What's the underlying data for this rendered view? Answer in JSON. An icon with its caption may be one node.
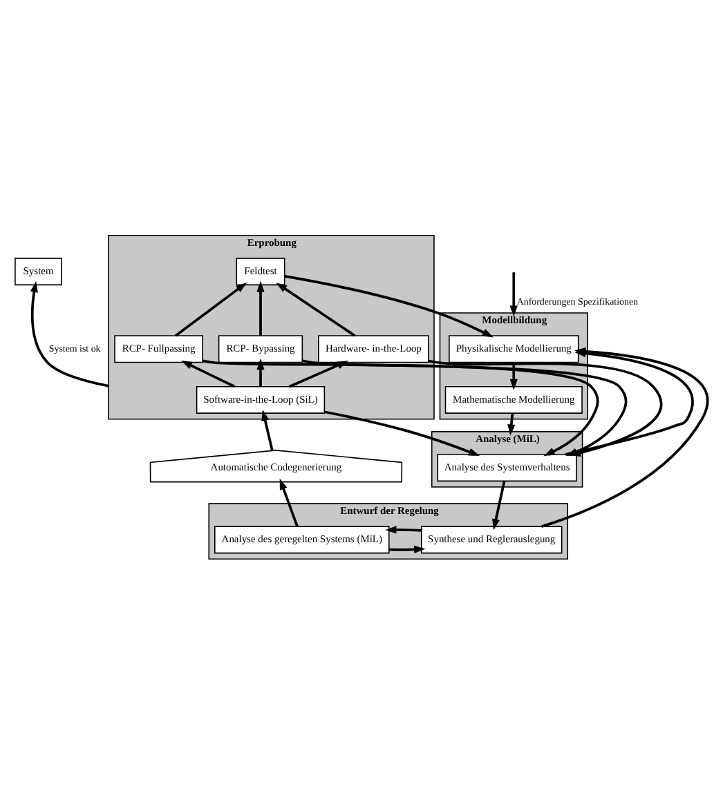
{
  "diagram": {
    "nodes": [
      {
        "text": [
          "System"
        ]
      },
      {
        "text": [
          "Modellbildung"
        ]
      },
      {
        "text": [
          "Physikalische Modellierung"
        ],
        "in": 1
      },
      {
        "text": [
          "Mathematische Modellierung"
        ],
        "in": 1
      },
      {
        "text": [
          "Erprobung"
        ]
      },
      {
        "text": [
          "Feldtest"
        ],
        "in": 4
      },
      {
        "text": [
          "RCP- Fullpassing"
        ],
        "in": 4
      },
      {
        "text": [
          "RCP- Bypassing"
        ],
        "in": 4
      },
      {
        "text": [
          "Hardware- in-the-Loop"
        ],
        "in": 4
      },
      {
        "text": [
          "Software-in-the-Loop (SiL)"
        ],
        "in": 4
      },
      {
        "text": [
          "Analyse (MiL)"
        ]
      },
      {
        "text": [
          "Analyse des Systemverhaltens"
        ],
        "in": 10
      },
      {
        "text": [
          "Automatische Codegenerierung"
        ]
      },
      {
        "text": [
          "Entwurf der Regelung"
        ]
      },
      {
        "text": [
          "Synthese und Reglerauslegung"
        ],
        "in": 13
      },
      {
        "text": [
          "Analyse des geregelten Systems (MiL)"
        ],
        "in": 13
      }
    ],
    "edges": [
      {
        "from": null,
        "to": 1,
        "arrow": "to",
        "label": "Anforderungen Spezifikationen"
      },
      {
        "from": 4,
        "to": 0,
        "arrow": "to",
        "label": "System ist ok"
      },
      {
        "from": 5,
        "to": 2,
        "arrow": "to"
      },
      {
        "from": 2,
        "to": 3,
        "arrow": "to"
      },
      {
        "from": 3,
        "to": 10,
        "arrow": "to"
      },
      {
        "from": 6,
        "to": 5,
        "arrow": "to"
      },
      {
        "from": 7,
        "to": 5,
        "arrow": "to"
      },
      {
        "from": 8,
        "to": 5,
        "arrow": "to"
      },
      {
        "from": 9,
        "to": 6,
        "arrow": "to"
      },
      {
        "from": 9,
        "to": 7,
        "arrow": "to"
      },
      {
        "from": 9,
        "to": 8,
        "arrow": "to"
      },
      {
        "from": 12,
        "to": 9,
        "arrow": "to"
      },
      {
        "from": 15,
        "to": 12,
        "arrow": "to"
      },
      {
        "from": 15,
        "to": 14,
        "arrow": "to"
      },
      {
        "from": 11,
        "to": 14,
        "arrow": "to"
      },
      {
        "from": 14,
        "to": 15,
        "arrow": "to"
      },
      {
        "from": 11,
        "to": 2,
        "arrow": "to"
      },
      {
        "from": 14,
        "to": 2,
        "arrow": "to"
      },
      {
        "from": 6,
        "to": 11,
        "arrow": "to"
      },
      {
        "from": 7,
        "to": 11,
        "arrow": "to"
      },
      {
        "from": 8,
        "to": 11,
        "arrow": "to"
      },
      {
        "from": 9,
        "to": 11,
        "arrow": "to"
      }
    ]
  }
}
